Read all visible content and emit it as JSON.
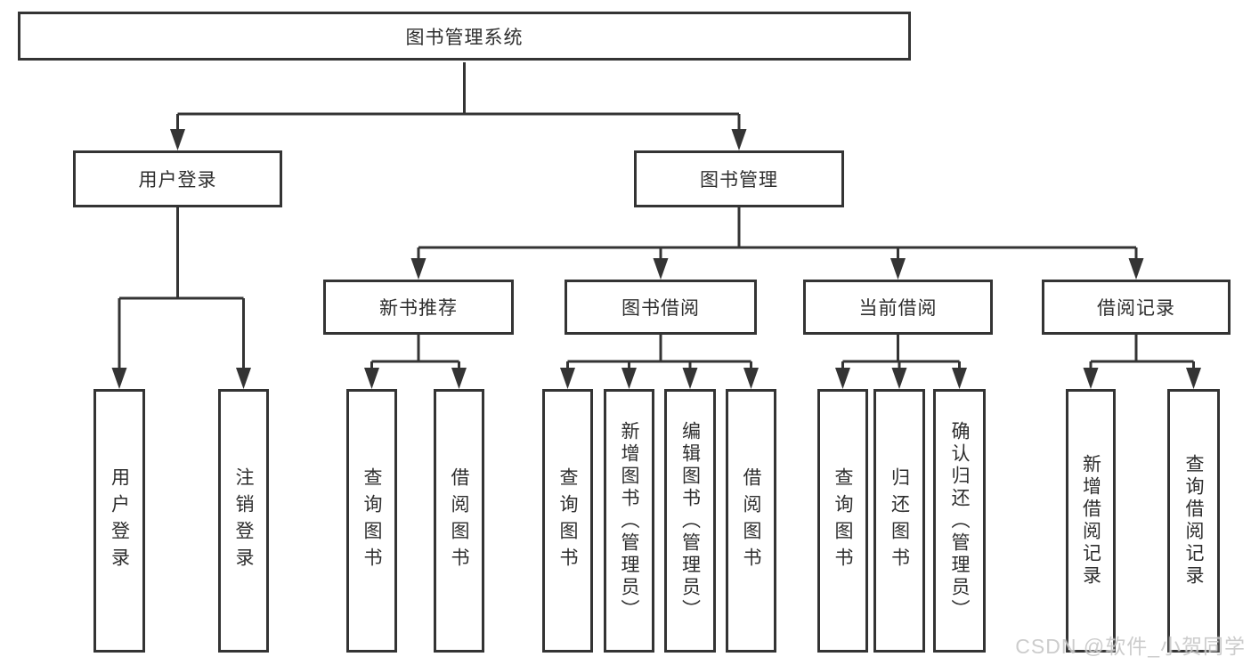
{
  "diagram": {
    "title": "图书管理系统",
    "branches": [
      {
        "label": "用户登录",
        "children": [
          "用户登录",
          "注销登录"
        ]
      },
      {
        "label": "图书管理",
        "groups": [
          {
            "label": "新书推荐",
            "children": [
              "查询图书",
              "借阅图书"
            ]
          },
          {
            "label": "图书借阅",
            "children": [
              "查询图书",
              "新增图书（管理员）",
              "编辑图书（管理员）",
              "借阅图书"
            ]
          },
          {
            "label": "当前借阅",
            "children": [
              "查询图书",
              "归还图书",
              "确认归还（管理员）"
            ]
          },
          {
            "label": "借阅记录",
            "children": [
              "新增借阅记录",
              "查询借阅记录"
            ]
          }
        ]
      }
    ]
  },
  "watermark": {
    "text": "CSDN @软件_小贺同学"
  },
  "colors": {
    "line": "#343434",
    "text": "#2e2e2e",
    "watermark": "#c8c8c8",
    "background": "#ffffff"
  }
}
